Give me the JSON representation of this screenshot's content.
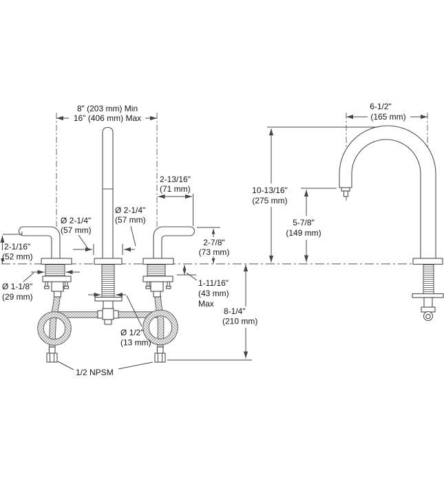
{
  "drawing": {
    "title": "widespread-faucet-installation-dimension-diagram",
    "background": "#ffffff",
    "line_color": "#4c4c4c",
    "text_color": "#141414",
    "views": [
      "front-view-with-supply-lines",
      "side-view-spout"
    ],
    "dimensions": {
      "spread_min": "8\" (203 mm) Min",
      "spread_max": "16\" (406 mm) Max",
      "handle_reach_in": "2-13/16\"",
      "handle_reach_mm": "(71 mm)",
      "escutcheon_left_in": "Ø 2-1/4\"",
      "escutcheon_left_mm": "(57 mm)",
      "escutcheon_center_in": "Ø 2-1/4\"",
      "escutcheon_center_mm": "(57 mm)",
      "handle_height_left_in": "2-1/16\"",
      "handle_height_left_mm": "(52 mm)",
      "handle_height_right_in": "2-7/8\"",
      "handle_height_right_mm": "(73 mm)",
      "shank_dia_in": "Ø 1-1/8\"",
      "shank_dia_mm": "(29 mm)",
      "deck_thickness_in": "1-11/16\"",
      "deck_thickness_mm": "(43 mm)",
      "deck_thickness_note": "Max",
      "supply_drop_in": "8-1/4\"",
      "supply_drop_mm": "(210 mm)",
      "hose_dia_in": "Ø 1/2\"",
      "hose_dia_mm": "(13 mm)",
      "supply_connection": "1/2 NPSM",
      "spout_reach_in": "6-1/2\"",
      "spout_reach_mm": "(165 mm)",
      "spout_height_in": "10-13/16\"",
      "spout_height_mm": "(275 mm)",
      "outlet_height_in": "5-7/8\"",
      "outlet_height_mm": "(149 mm)"
    }
  }
}
